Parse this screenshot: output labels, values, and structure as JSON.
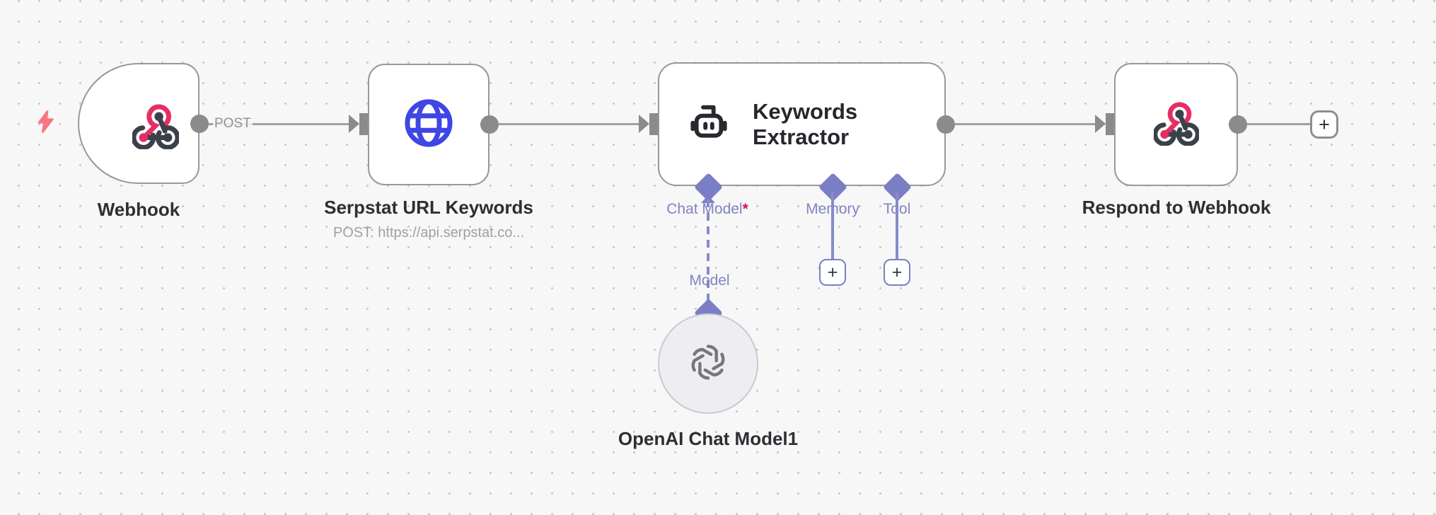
{
  "workflow": {
    "nodes": [
      {
        "id": "webhook",
        "label": "Webhook",
        "type": "webhook-trigger"
      },
      {
        "id": "serpstat_url_keywords",
        "label": "Serpstat URL Keywords",
        "subtitle": "POST: https://api.serpstat.co...",
        "type": "http-request"
      },
      {
        "id": "keywords_extractor",
        "label": "Keywords Extractor",
        "type": "ai-agent",
        "ports": {
          "chat_model": {
            "label": "Chat Model",
            "required_marker": "*"
          },
          "memory": {
            "label": "Memory"
          },
          "tool": {
            "label": "Tool"
          }
        }
      },
      {
        "id": "respond_to_webhook",
        "label": "Respond to Webhook",
        "type": "respond-to-webhook"
      },
      {
        "id": "openai_chat_model",
        "label": "OpenAI Chat Model1",
        "type": "openai-chat-model"
      }
    ],
    "connection_labels": {
      "post": "POST",
      "model": "Model"
    },
    "add_button_label": "+"
  },
  "icons": [
    "lightning-trigger-icon",
    "webhook-icon",
    "globe-icon",
    "robot-icon",
    "openai-logo-icon",
    "plus-icon"
  ],
  "colors": {
    "canvas_background": "#f7f7f8",
    "grid_dot": "#c8c8c8",
    "node_border": "#98989a",
    "connection_gray": "#a0a0a0",
    "endpoint_gray": "#8b8b8b",
    "ai_purple": "#7a7fc5",
    "ai_purple_text": "#8084bf",
    "required_red": "#d40e53",
    "trigger_bolt_pink": "#f8757f",
    "webhook_pink": "#e62e63",
    "webhook_dark": "#3a4149",
    "http_blue": "#3e46e4",
    "openai_gray": "#76767c",
    "text_dark": "#2d2f33"
  }
}
